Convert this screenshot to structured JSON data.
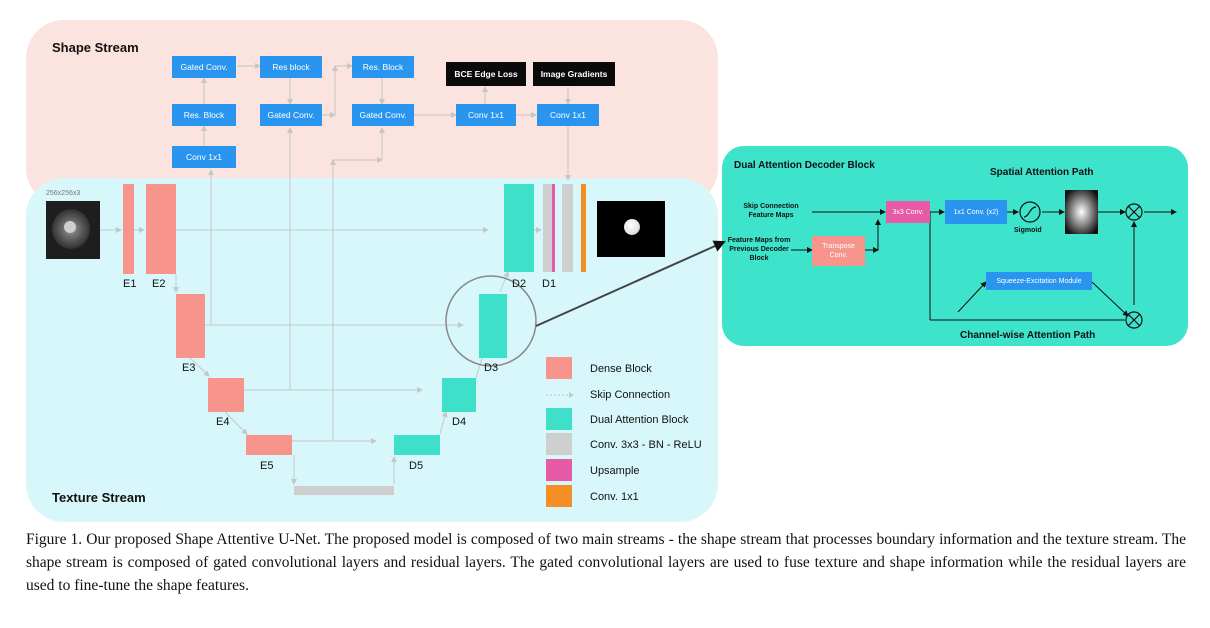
{
  "shape_stream": {
    "title": "Shape Stream",
    "blocks": {
      "gated_conv_1": "Gated Conv.",
      "res_block_1": "Res. Block",
      "conv1x1_1": "Conv 1x1",
      "res_block_2": "Res block",
      "gated_conv_2": "Gated Conv.",
      "res_block_3": "Res. Block",
      "gated_conv_3": "Gated Conv.",
      "bce_edge_loss": "BCE Edge Loss",
      "conv1x1_2": "Conv 1x1",
      "image_gradients": "Image Gradients",
      "conv1x1_3": "Conv 1x1"
    }
  },
  "texture_stream": {
    "title": "Texture Stream",
    "input_size": "256x256x3",
    "labels": {
      "e1": "E1",
      "e2": "E2",
      "e3": "E3",
      "e4": "E4",
      "e5": "E5",
      "d5": "D5",
      "d4": "D4",
      "d3": "D3",
      "d2": "D2",
      "d1": "D1"
    }
  },
  "legend": {
    "dense_block": "Dense Block",
    "skip_connection": "Skip Connection",
    "dual_attention_block": "Dual Attention Block",
    "conv_bn_relu": "Conv. 3x3 - BN - ReLU",
    "upsample": "Upsample",
    "conv1x1": "Conv. 1x1"
  },
  "dual_attention": {
    "title": "Dual Attention Decoder Block",
    "spatial_path": "Spatial Attention Path",
    "channel_path": "Channel-wise Attention Path",
    "skip_connection_line1": "Skip Connection",
    "skip_connection_line2": "Feature Maps",
    "feature_maps_line1": "Feature Maps from",
    "feature_maps_line2": "Previous Decoder",
    "feature_maps_line3": "Block",
    "transpose_line1": "Transpose",
    "transpose_line2": "Conv.",
    "conv3x3": "3x3 Conv.",
    "conv1x1_x2": "1x1 Conv. (x2)",
    "sigmoid": "Sigmoid",
    "squeeze_excitation": "Squeeze-Excitation Module"
  },
  "caption": "Figure 1. Our proposed Shape Attentive U-Net. The proposed model is composed of two main streams - the shape stream that processes boundary information and the texture stream. The shape stream is composed of gated convolutional layers and residual layers. The gated convolutional layers are used to fuse texture and shape information while the residual layers are used to fine-tune the shape features.",
  "colors": {
    "shape_panel": "#fbe3df",
    "texture_panel": "#d8f7fb",
    "dual_panel": "#3ee3cc",
    "blue_block": "#2a95ef",
    "dense_block": "#f7958c",
    "dual_attention_block": "#3fe0c9",
    "conv_bn_relu": "#cfcfcf",
    "upsample": "#e65aa6",
    "conv1x1": "#f58f25"
  }
}
